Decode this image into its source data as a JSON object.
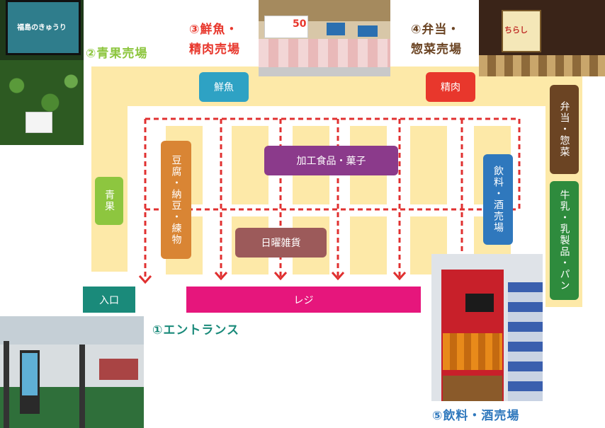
{
  "areas": {
    "entrance": "①エントランス",
    "produce": "②青果売場",
    "fish_meat": "③鮮魚・\n精肉売場",
    "bento": "④弁当・\n惣菜売場",
    "drinks": "⑤飲料・酒売場"
  },
  "tags": {
    "seika": "青果",
    "sengyo": "鮮魚",
    "seiniku": "精肉",
    "bento_sozai": "弁当・惣菜",
    "milk": "牛乳・乳製品・パン",
    "tofu": "豆腐・納豆・練物",
    "processed": "加工食品・菓子",
    "daily": "日曜雑貨",
    "liquor": "飲料・酒売場",
    "entrance": "入口",
    "register": "レジ"
  },
  "photos": {
    "produce_sign": "福島のきゅうり",
    "fish_sign": "50",
    "bento_sign": "ちらし"
  },
  "colors": {
    "floor": "#fde9a8",
    "green": "#8dc63f",
    "blue": "#2ea2c4",
    "red": "#e8372c",
    "brown": "#6b4423",
    "darkgreen": "#2e8b3d",
    "orange": "#d98534",
    "purple": "#8b3a8b",
    "mauve": "#9c5a5a",
    "steel": "#2f78bd",
    "teal": "#1a8a7a",
    "magenta": "#e6167c",
    "route": "#e03030"
  }
}
